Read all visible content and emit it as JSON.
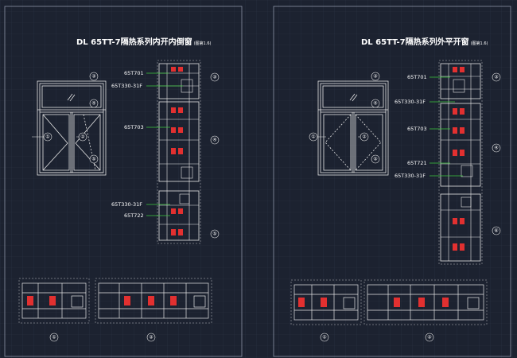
{
  "colors": {
    "background": "#1c2230",
    "grid": "#2a3142",
    "sheet_border": "#8a93a6",
    "linework": "#e6e6e6",
    "thermal_break": "#e23030",
    "leader": "#3ec93e",
    "text": "#ffffff"
  },
  "left_sheet": {
    "title_main": "DL 65TT-7隔热系列内开内倒窗",
    "title_note": "(图第1.6)",
    "elevation_callouts": [
      "③",
      "④",
      "①",
      "②",
      "⑤"
    ],
    "section_labels": [
      "65T701",
      "65T330-31F",
      "65T703",
      "65T330-31F",
      "65T722"
    ],
    "section_callouts": [
      "③",
      "④",
      "⑤"
    ],
    "bottom_callouts": [
      "①",
      "②"
    ]
  },
  "right_sheet": {
    "title_main": "DL 65TT-7隔热系列外平开窗",
    "title_note": "(图第1.6)",
    "elevation_callouts": [
      "③",
      "④",
      "①",
      "②",
      "⑤"
    ],
    "section_labels": [
      "65T701",
      "65T330-31F",
      "65T703",
      "65T721",
      "65T330-31F"
    ],
    "section_callouts": [
      "③",
      "④",
      "⑥"
    ],
    "bottom_callouts": [
      "①",
      "②"
    ]
  }
}
